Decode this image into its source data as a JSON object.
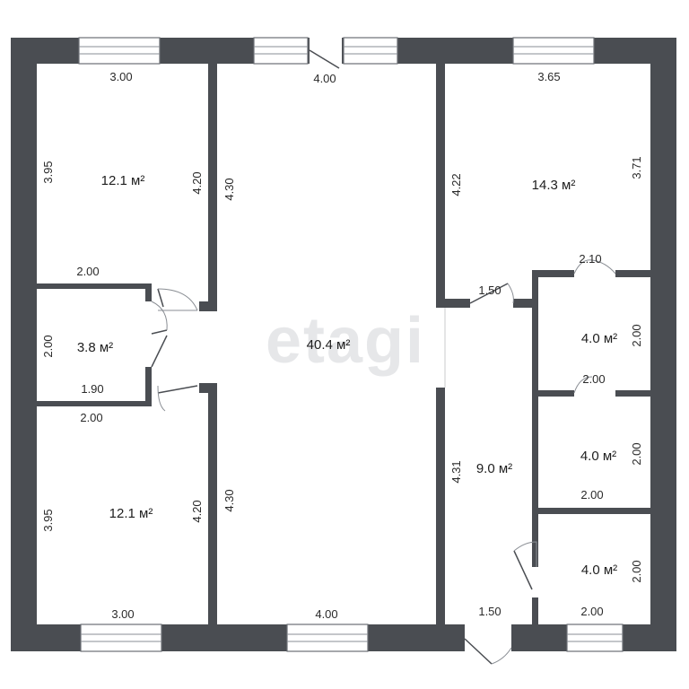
{
  "watermark": "etagi",
  "rooms": {
    "room_top_left": {
      "area": "12.1 м²",
      "width_top": "3.00",
      "height_left": "3.95",
      "height_right": "4.20",
      "width_bottom": "2.00"
    },
    "room_small_left": {
      "area": "3.8 м²",
      "height_left": "2.00",
      "width_bottom": "1.90"
    },
    "room_bottom_left": {
      "area": "12.1 м²",
      "width_top": "2.00",
      "height_left": "3.95",
      "height_right": "4.20",
      "width_bottom": "3.00"
    },
    "room_central": {
      "area": "40.4 м²",
      "width_top": "4.00",
      "height_left_top": "4.30",
      "height_left_bottom": "4.30",
      "width_bottom": "4.00"
    },
    "room_top_right": {
      "area": "14.3 м²",
      "width_top": "3.65",
      "height_left": "4.22",
      "height_right": "3.71",
      "width_bottom": "1.50",
      "width_bottom_door": "2.10"
    },
    "room_hall_right": {
      "area": "9.0 м²",
      "height_left": "4.31",
      "width_bottom": "1.50"
    },
    "room_right_1": {
      "area": "4.0 м²",
      "height_right": "2.00",
      "width_bottom": "2.00"
    },
    "room_right_2": {
      "area": "4.0 м²",
      "height_right": "2.00",
      "width_bottom": "2.00"
    },
    "room_right_3": {
      "area": "4.0 м²",
      "height_right": "2.00",
      "width_bottom": "2.00"
    }
  },
  "colors": {
    "wall": "#4a4d52",
    "background": "#ffffff"
  }
}
